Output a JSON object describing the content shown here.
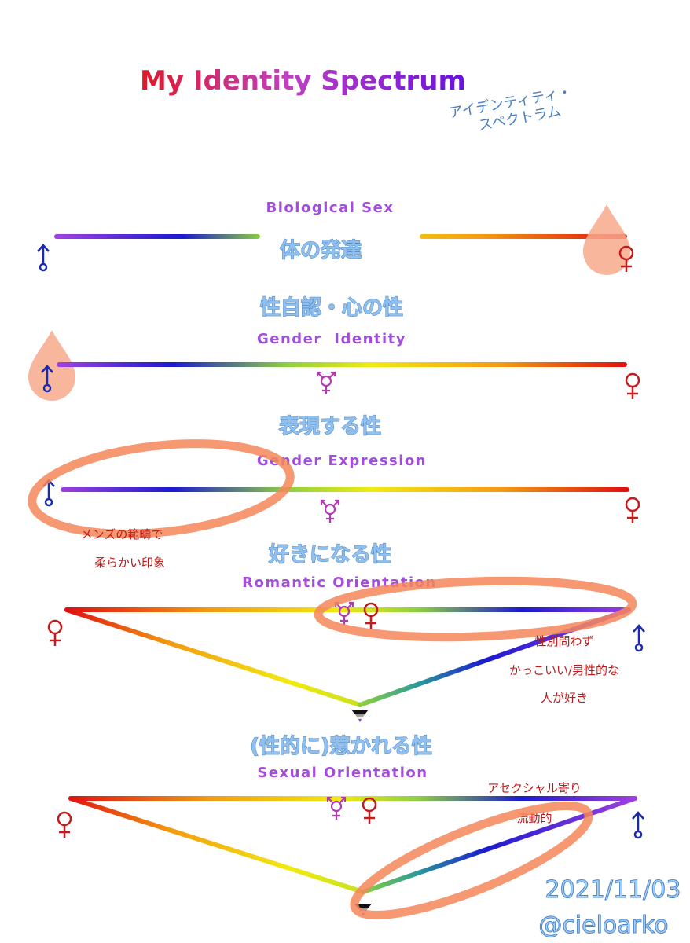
{
  "title": "My Identity Spectrum",
  "subtitle_kana": [
    "アイデンティティ・",
    "スペクトラム"
  ],
  "sections": [
    {
      "en": "Biological Sex",
      "jp": "体の発達"
    },
    {
      "en": "Gender  Identity",
      "jp": "性自認・心の性"
    },
    {
      "en": "Gender Expression",
      "jp": "表現する性",
      "notes": [
        "メンズの範疇で",
        "柔らかい印象"
      ]
    },
    {
      "en": "Romantic Orientation",
      "jp": "好きになる性",
      "notes": [
        "性別問わず",
        "かっこいい/男性的な",
        "人が好き"
      ]
    },
    {
      "en": "Sexual Orientation",
      "jp": "(性的に)惹かれる性",
      "notes": [
        "アセクシャル寄り",
        "流動的"
      ]
    }
  ],
  "footer": {
    "date": "2021/11/03",
    "handle": "@cieloarko"
  },
  "colors": {
    "male": "#1a2bb0",
    "female": "#c41a1a",
    "marker": "#f7a98c",
    "circle": "#f4875a"
  },
  "icons": [
    "male-symbol-icon",
    "female-symbol-icon",
    "transgender-symbol-icon",
    "drop-marker-icon",
    "ace-flag-icon"
  ]
}
